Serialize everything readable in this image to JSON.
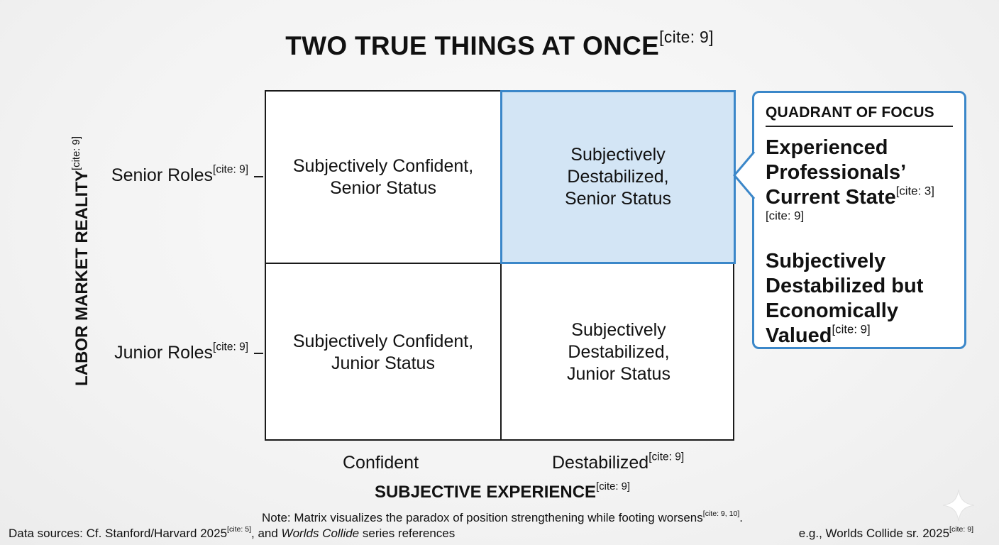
{
  "title": {
    "text": "TWO TRUE THINGS AT ONCE",
    "cite": "[cite: 9]"
  },
  "y_axis": {
    "title": "LABOR MARKET REALITY",
    "cite": "[cite: 9]"
  },
  "x_axis": {
    "title": "SUBJECTIVE EXPERIENCE",
    "cite": "[cite: 9]"
  },
  "rows": [
    {
      "label": "Senior Roles",
      "cite": "[cite: 9]"
    },
    {
      "label": "Junior Roles",
      "cite": "[cite: 9]"
    }
  ],
  "columns": [
    {
      "label": "Confident",
      "cite": ""
    },
    {
      "label": "Destabilized",
      "cite": "[cite: 9]"
    }
  ],
  "quadrants": {
    "top_left": "Subjectively Confident,\nSenior Status",
    "top_right": "Subjectively\nDestabilized,\nSenior Status",
    "bottom_left": "Subjectively Confident,\nJunior Status",
    "bottom_right": "Subjectively\nDestabilized,\nJunior Status"
  },
  "callout": {
    "heading": "QUADRANT OF FOCUS",
    "primary": "Experienced Professionals’ Current State",
    "primary_cite": "[cite: 3][cite: 9]",
    "secondary": "Subjectively Destabilized but Economically Valued",
    "secondary_cite": "[cite: 9]"
  },
  "note": {
    "text": "Note: Matrix visualizes the paradox of position strengthening while footing worsens",
    "cite": "[cite: 9, 10]",
    "suffix": "."
  },
  "footer": {
    "sources_prefix": "Data sources: Cf. Stanford/Harvard 2025",
    "sources_cite": "[cite: 5]",
    "sources_mid": ", and ",
    "sources_italic": "Worlds Collide",
    "sources_suffix": " series references",
    "right_text": "e.g., Worlds Collide sr. 2025",
    "right_cite": "[cite: 9]"
  },
  "colors": {
    "highlight_fill": "#d3e5f5",
    "highlight_border": "#3b87c9",
    "line": "#1a1a1a"
  }
}
